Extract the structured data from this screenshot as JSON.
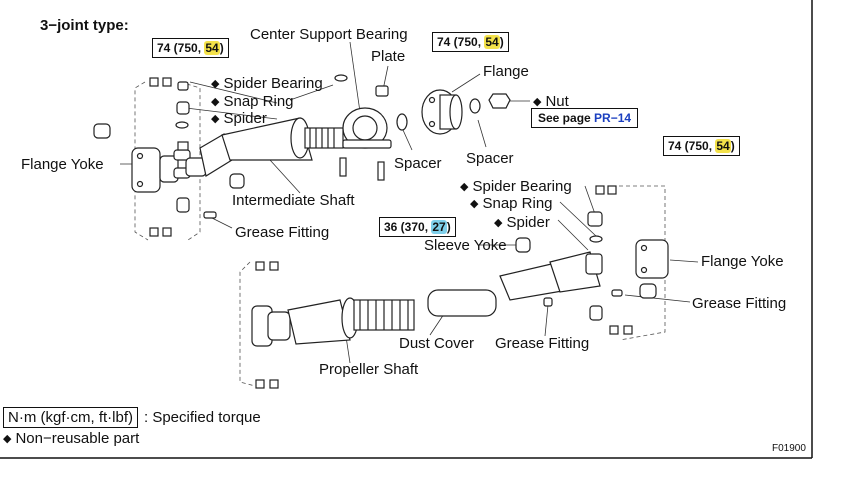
{
  "heading": "3−joint type:",
  "diamond": "◆",
  "torque_specs": {
    "left_top": {
      "value": "74 (750, ",
      "hl": "54",
      "end": ")"
    },
    "middle_top": {
      "value": "74 (750, ",
      "hl": "54",
      "end": ")"
    },
    "right": {
      "value": "74 (750, ",
      "hl": "54",
      "end": ")"
    },
    "center": {
      "value": "36 (370, ",
      "hl": "27",
      "end": ")"
    }
  },
  "labels": {
    "center_support_bearing": "Center Support Bearing",
    "plate": "Plate",
    "flange": "Flange",
    "nut": "Nut",
    "see_page": "See page ",
    "see_page_ref": "PR−14",
    "spider_bearing_1": "Spider Bearing",
    "snap_ring_1": "Snap Ring",
    "spider_1": "Spider",
    "flange_yoke_left": "Flange Yoke",
    "spacer_1": "Spacer",
    "spacer_2": "Spacer",
    "intermediate_shaft": "Intermediate Shaft",
    "grease_fitting_1": "Grease Fitting",
    "spider_bearing_2": "Spider Bearing",
    "snap_ring_2": "Snap Ring",
    "spider_2": "Spider",
    "sleeve_yoke": "Sleeve Yoke",
    "flange_yoke_right": "Flange Yoke",
    "grease_fitting_2": "Grease Fitting",
    "dust_cover": "Dust Cover",
    "grease_fitting_3": "Grease Fitting",
    "propeller_shaft": "Propeller Shaft"
  },
  "legend": {
    "torque_unit": "N·m (kgf·cm, ft·lbf)",
    "torque_desc": ": Specified torque",
    "non_reusable": "Non−reusable part"
  },
  "figure_code": "F01900"
}
